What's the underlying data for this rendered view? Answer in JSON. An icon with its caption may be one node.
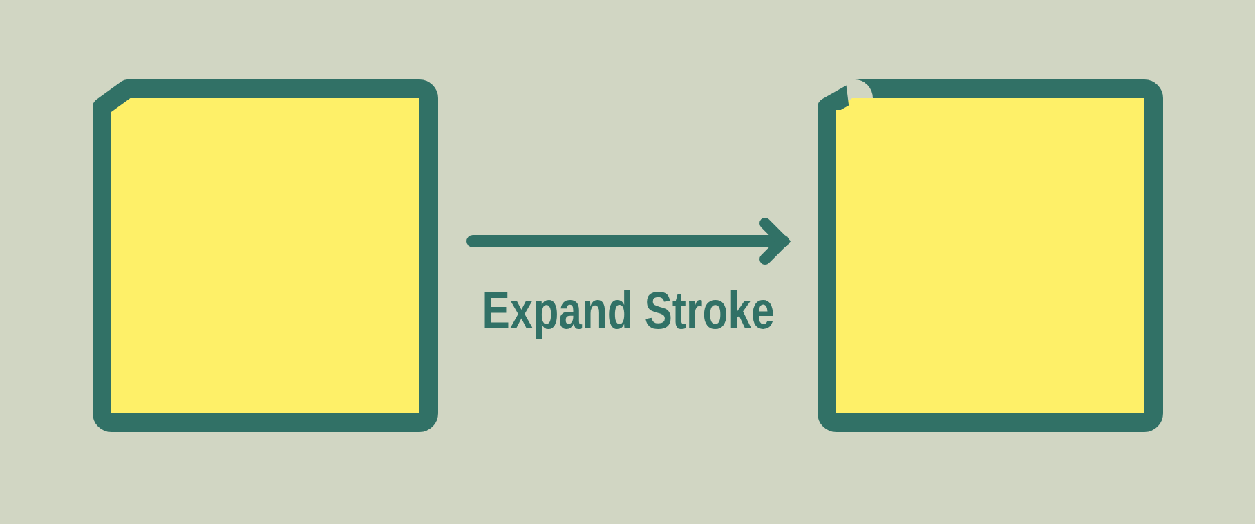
{
  "diagram": {
    "nodes": [
      {
        "text": [],
        "shape": "box"
      },
      {
        "text": [],
        "shape": "box"
      }
    ],
    "edges": [
      {
        "from": 0,
        "to": 1,
        "arrow": "to",
        "label": "Expand Stroke"
      }
    ]
  }
}
